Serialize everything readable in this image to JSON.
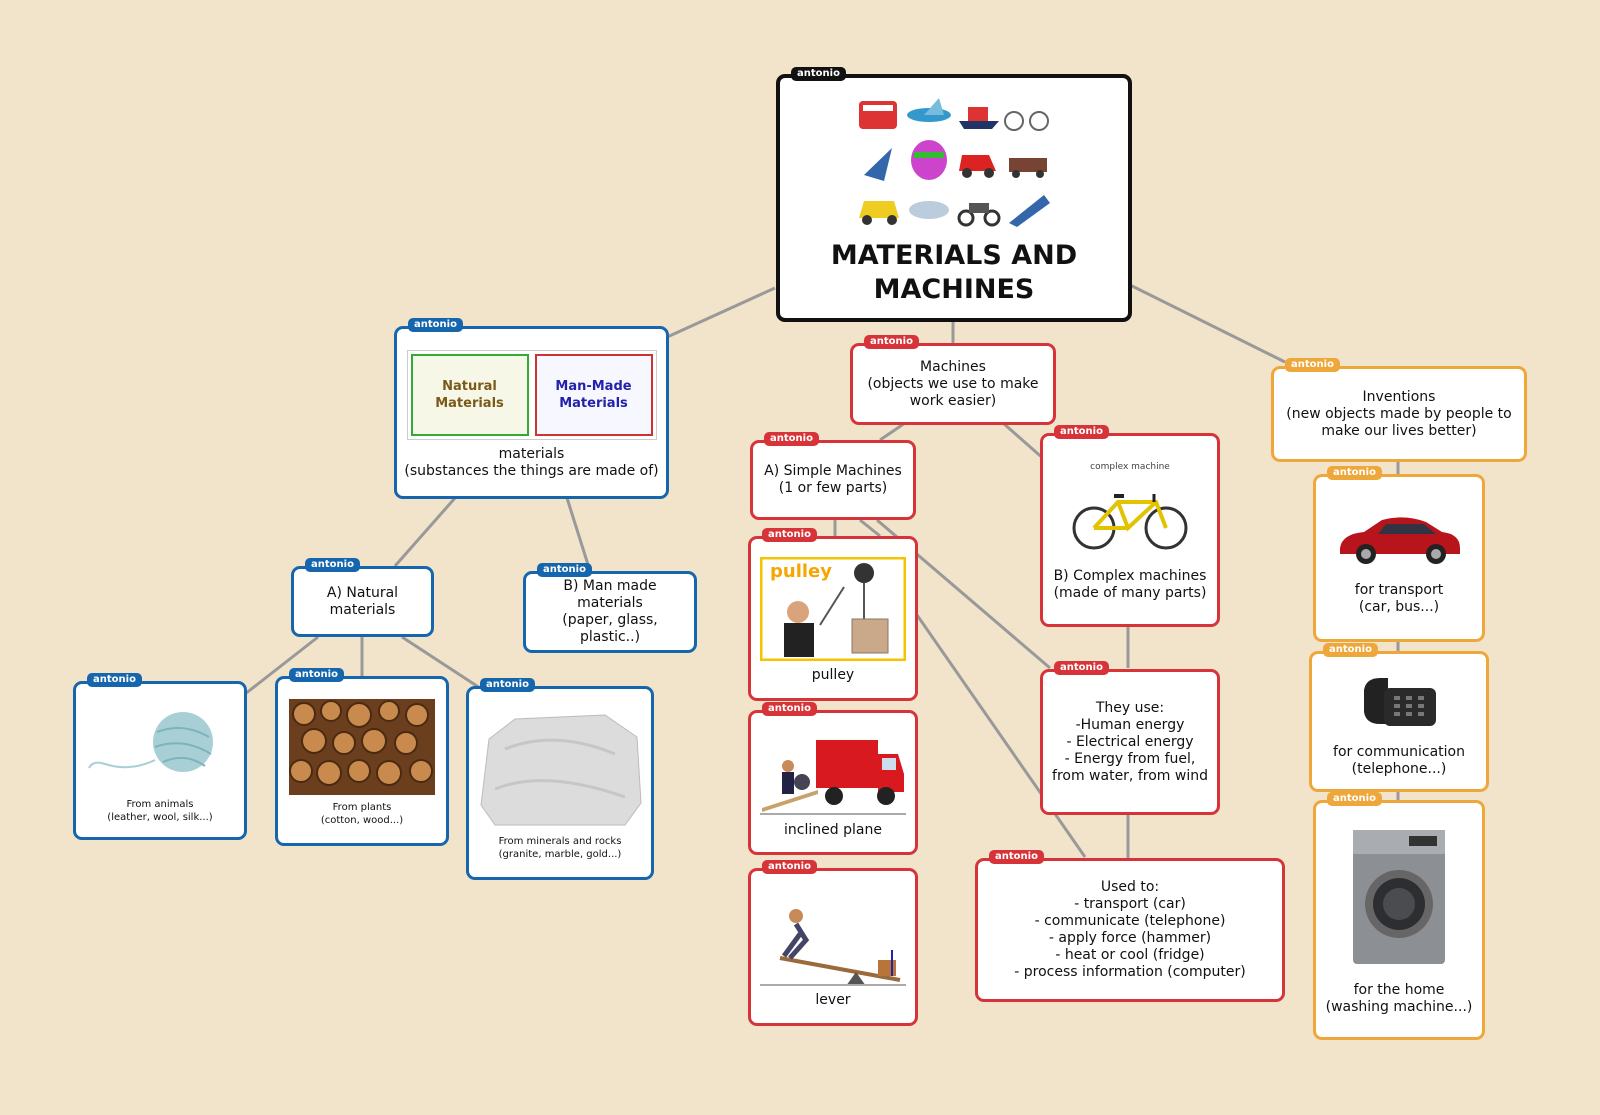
{
  "author": "antonio",
  "root": {
    "title": "MATERIALS AND\nMACHINES"
  },
  "materials": {
    "label": "materials\n(substances the things are made of)",
    "natural_img_text": "Natural\nMaterials",
    "manmade_img_text": "Man-Made\nMaterials"
  },
  "natural": {
    "label": "A) Natural\nmaterials"
  },
  "manmade": {
    "label": "B) Man made\nmaterials\n(paper, glass, plastic..)"
  },
  "animals": {
    "label": "From animals\n(leather, wool, silk...)"
  },
  "plants": {
    "label": "From plants\n(cotton, wood...)"
  },
  "minerals": {
    "label": "From minerals and rocks\n(granite, marble, gold...)"
  },
  "machines": {
    "label": "Machines\n(objects we use to make\nwork easier)"
  },
  "simple": {
    "label": "A) Simple Machines\n(1 or few parts)"
  },
  "pulley": {
    "label": "pulley",
    "img_text": "pulley"
  },
  "inclined": {
    "label": "inclined plane"
  },
  "lever": {
    "label": "lever"
  },
  "complex": {
    "label": "B) Complex machines\n(made of many parts)",
    "caption": "complex machine"
  },
  "uses": {
    "label": "They use:\n-Human energy\n- Electrical energy\n- Energy from fuel,\nfrom water, from wind"
  },
  "usedto": {
    "label": "Used to:\n- transport (car)\n- communicate (telephone)\n- apply force (hammer)\n- heat or cool (fridge)\n- process information (computer)"
  },
  "inventions": {
    "label": "Inventions\n(new objects made by people to\nmake our lives better)"
  },
  "transport": {
    "label": "for transport\n(car, bus...)"
  },
  "communication": {
    "label": "for communication\n(telephone...)"
  },
  "home": {
    "label": "for the home\n(washing machine...)"
  },
  "colors": {
    "blue": "#1566ad",
    "red": "#d7343a",
    "orange": "#eea73a",
    "background": "#f2e3cb"
  }
}
